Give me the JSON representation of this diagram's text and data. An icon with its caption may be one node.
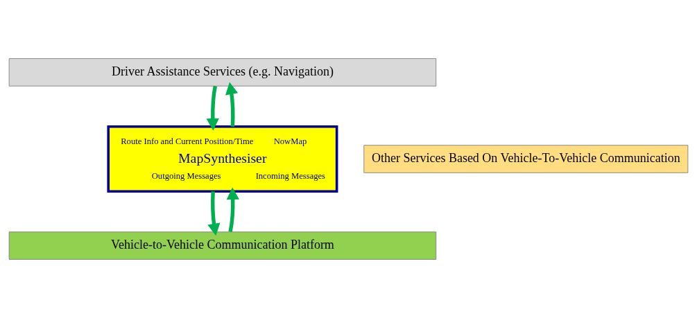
{
  "diagram": {
    "nodes": [
      {
        "text": [
          "Driver Assistance Services (e.g. Navigation)"
        ]
      },
      {
        "text": [
          "Route Info and Current Position/Time",
          "NowMap",
          "MapSynthesiser",
          "Outgoing Messages",
          "Incoming Messages"
        ]
      },
      {
        "text": [
          "Other Services Based On Vehicle-To-Vehicle Communication"
        ]
      },
      {
        "text": [
          "Vehicle-to-Vehicle Communication Platform"
        ]
      }
    ],
    "edges": [
      {
        "from": 0,
        "to": 1,
        "arrow": "to"
      },
      {
        "from": 1,
        "to": 0,
        "arrow": "to"
      },
      {
        "from": 1,
        "to": 3,
        "arrow": "to"
      },
      {
        "from": 3,
        "to": 1,
        "arrow": "to"
      }
    ]
  }
}
